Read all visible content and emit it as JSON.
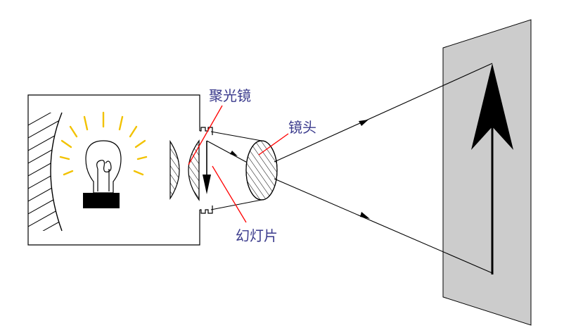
{
  "labels": {
    "condenser": "聚光镜",
    "lens": "镜头",
    "slide": "幻灯片"
  },
  "colors": {
    "line": "#000000",
    "label_text": "#3a3a8c",
    "leader_line": "#ff0000",
    "glow": "#f2c200",
    "screen_fill": "#cccccc",
    "background": "#ffffff"
  },
  "icons": [
    "reflector-mirror-icon",
    "light-bulb-icon",
    "condenser-lens-icon",
    "slide-arrow-icon",
    "projection-lens-icon",
    "image-arrow-icon"
  ]
}
